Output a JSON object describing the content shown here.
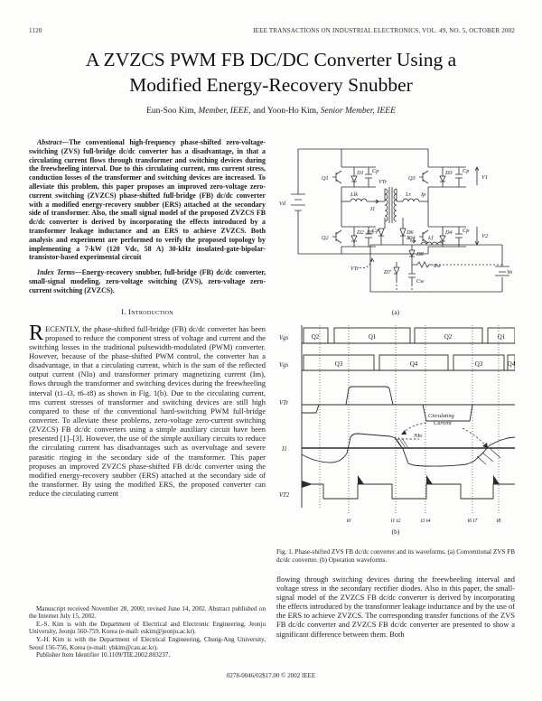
{
  "header": {
    "page_number": "1120",
    "journal": "IEEE TRANSACTIONS ON INDUSTRIAL ELECTRONICS, VOL. 49, NO. 5, OCTOBER 2002"
  },
  "title": {
    "line1": "A ZVZCS PWM FB DC/DC Converter Using a",
    "line2": "Modified Energy-Recovery Snubber"
  },
  "authors": {
    "name1": "Eun-Soo Kim, ",
    "affil1": "Member, IEEE",
    "mid": ", and Yoon-Ho Kim, ",
    "affil2": "Senior Member, IEEE"
  },
  "abstract": {
    "label": "Abstract—",
    "text": "The conventional high-frequency phase-shifted zero-voltage-switching (ZVS) full-bridge dc/dc converter has a disadvantage, in that a circulating current flows through transformer and switching devices during the freewheeling interval. Due to this circulating current, rms current stress, conduction losses of the transformer and switching devices are increased. To alleviate this problem, this paper proposes an improved zero-voltage zero-current switching (ZVZCS) phase-shifted full-bridge (FB) dc/dc converter with a modified energy-recovery snubber (ERS) attached at the secondary side of transformer. Also, the small signal model of the proposed ZVZCS FB dc/dc converter is derived by incorporating the effects introduced by a transformer leakage inductance and an ERS to achieve ZVZCS. Both analysis and experiment are performed to verify the proposed topology by implementing a 7-kW (120 Vdc, 58 A) 30-kHz insulated-gate-bipolar-transistor-based experimental circuit"
  },
  "index_terms": {
    "label": "Index Terms—",
    "text": "Energy-recovery snubber, full-bridge (FB) dc/dc converter, small-signal modeling, zero-voltage switching (ZVS), zero-voltage zero-current switching (ZVZCS)."
  },
  "introduction": {
    "heading": "I. Introduction",
    "dropcap": "R",
    "p1": "ECENTLY, the phase-shifted full-bridge (FB) dc/dc converter has been proposed to reduce the component stress of voltage and current and the switching losses in the traditional pulsewidth-modulated (PWM) converter. However, because of the phase-shifted PWM control, the converter has a disadvantage, in that a circulating current, which is the sum of the reflected output current (NIo) and transformer primary magnetizing current (Im), flows through the transformer and switching devices during the freewheeling interval (t1–t3, t6–t8) as shown in Fig. 1(b). Due to the circulating current, rms current stresses of transformer and switching devices are still high compared to those of the conventional hard-switching PWM full-bridge converter. To alleviate these problems, zero-voltage zero-current switching (ZVZCS) FB dc/dc converters using a simple auxiliary circuit have been presented [1]–[3]. However, the use of the simple auxiliary circuits to reduce the circulating current has disadvantages such as overvoltage and severe parasitic ringing in the secondary side of the transformer. This paper proposes an improved ZVZCS phase-shifted FB dc/dc converter using the modified energy-recovery snubber (ERS) attached at the secondary side of the transformer. By using the modified ERS, the proposed converter can reduce the circulating current",
    "p2": "flowing through switching devices during the freewheeling interval and voltage stress in the secondary rectifier diodes. Also in this paper, the small-signal model of the ZVZCS FB dc/dc converter is derived by incorporating the effects introduced by the transformer leakage inductance and by the use of the ERS to achieve ZVZCS. The corresponding transfer functions of the ZVS FB dc/dc converter and ZVZCS FB dc/dc converter are presented to show a significant difference between them. Both"
  },
  "footnote": {
    "l1": "Manuscript received November 28, 2000; revised June 14, 2002. Abstract published on the Internet July 15, 2002.",
    "l2": "E.-S. Kim is with the Department of Electrical and Electronic Engineering, Jeonju University, Jeonju 560-759, Korea (e-mail: eskim@jeonju.ac.kr).",
    "l3": "Y.-H. Kim is with the Department of Electrical Engineering, Chung-Ang University, Seoul 156-756, Korea (e-mail: yhkim@cau.ac.kr).",
    "l4": "Publisher Item Identifier 10.1109/TIE.2002.803237."
  },
  "figure": {
    "caption": "Fig. 1.   Phase-shifted ZVS FB dc/dc converter and its waveforms. (a) Conventional ZVS FB dc/dc converter. (b) Operation waveforms.",
    "sub_a": "(a)",
    "sub_b": "(b)",
    "circuit": {
      "vd": "Vd",
      "q1": "Q1",
      "d1": "D1",
      "cp1": "Cp",
      "q2": "Q2",
      "d2": "D2",
      "cp2": "Cp",
      "q3": "Q3",
      "d3": "D3",
      "cp3": "Cp",
      "q4": "Q4",
      "d4": "D4",
      "cp4": "Cp",
      "llk": "Llk",
      "i1": "I1",
      "lr": "Lr",
      "ip": "Ip",
      "vtr": "VTr",
      "vtr2": "VTr",
      "v1": "V1",
      "v2": "V2",
      "d5": "D5",
      "d6": "D6",
      "is": "Is",
      "lf": "Lf",
      "d7": "D7",
      "d8": "D8",
      "rw": "Rw",
      "cw": "Cw",
      "vo": "Vo"
    },
    "waveforms": {
      "row1_label": "Vgs",
      "row2_label": "Vgs",
      "row3_label": "VTr",
      "row4_label": "I1",
      "row5_label": "VT2",
      "row1_boxes": [
        "Q2",
        "Q1",
        "Q2",
        "Q1"
      ],
      "row2_boxes": [
        "Q3",
        "Q4",
        "Q3",
        "Q4"
      ],
      "annotation_line1": "Circulating",
      "annotation_line2": "Current",
      "nio": "NIo",
      "time_labels": [
        "t0",
        "t1 t2",
        "t3 t4",
        "t6 t7",
        "t8"
      ]
    }
  },
  "footer": {
    "copyright": "0278-0046/02$17.00 © 2002 IEEE"
  }
}
